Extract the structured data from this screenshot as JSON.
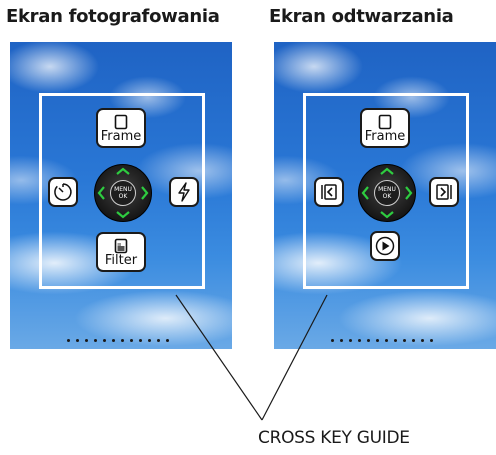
{
  "headings": {
    "shooting": "Ekran fotografowania",
    "playback": "Ekran odtwarzania"
  },
  "shooting_screen": {
    "up_button_label": "Frame",
    "down_button_label": "Filter",
    "left_icon": "self-timer-icon",
    "right_icon": "flash-icon",
    "dial_line1": "MENU",
    "dial_line2": "OK"
  },
  "playback_screen": {
    "up_button_label": "Frame",
    "left_icon": "previous-image-icon",
    "right_icon": "next-image-icon",
    "down_icon": "play-icon",
    "dial_line1": "MENU",
    "dial_line2": "OK"
  },
  "caption": "CROSS KEY GUIDE",
  "colors": {
    "arrow_green": "#2ecc40",
    "frame_white": "#ffffff",
    "sky_blue": "#2a78d6"
  }
}
